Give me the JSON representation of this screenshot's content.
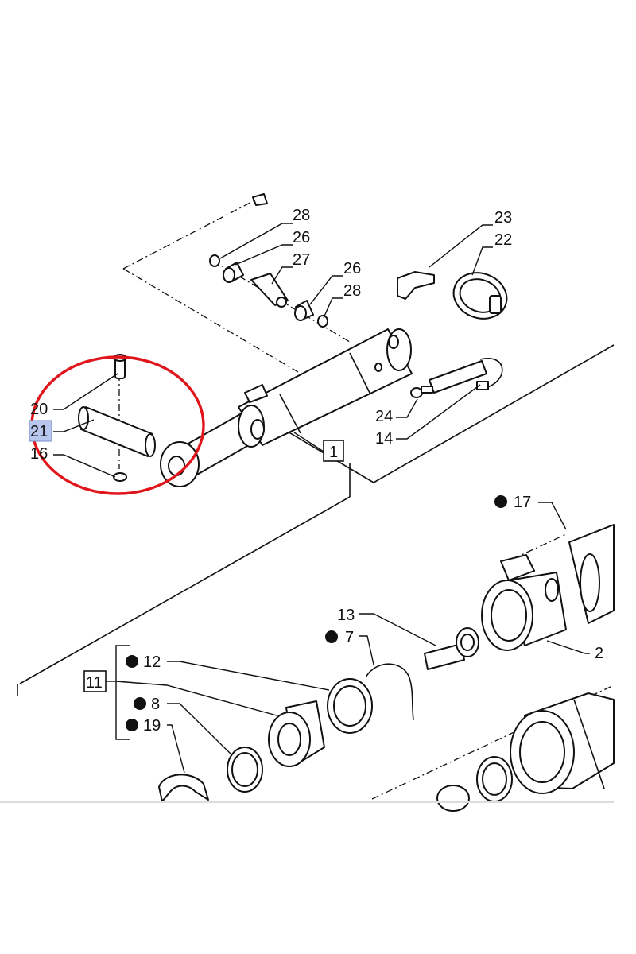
{
  "diagram": {
    "callouts": {
      "c28a": "28",
      "c26a": "26",
      "c27": "27",
      "c26b": "26",
      "c28b": "28",
      "c23": "23",
      "c22": "22",
      "c20": "20",
      "c21": "21",
      "c16": "16",
      "c24": "24",
      "c14": "14",
      "c1": "1",
      "c17": "17",
      "c13": "13",
      "c7": "7",
      "c2": "2",
      "c12": "12",
      "c11": "11",
      "c8": "8",
      "c19": "19"
    },
    "colors": {
      "line": "#111111",
      "highlight_ring": "#e0161c",
      "selected_callout_bg": "#b9c6ee"
    },
    "selected_callout": "21"
  }
}
